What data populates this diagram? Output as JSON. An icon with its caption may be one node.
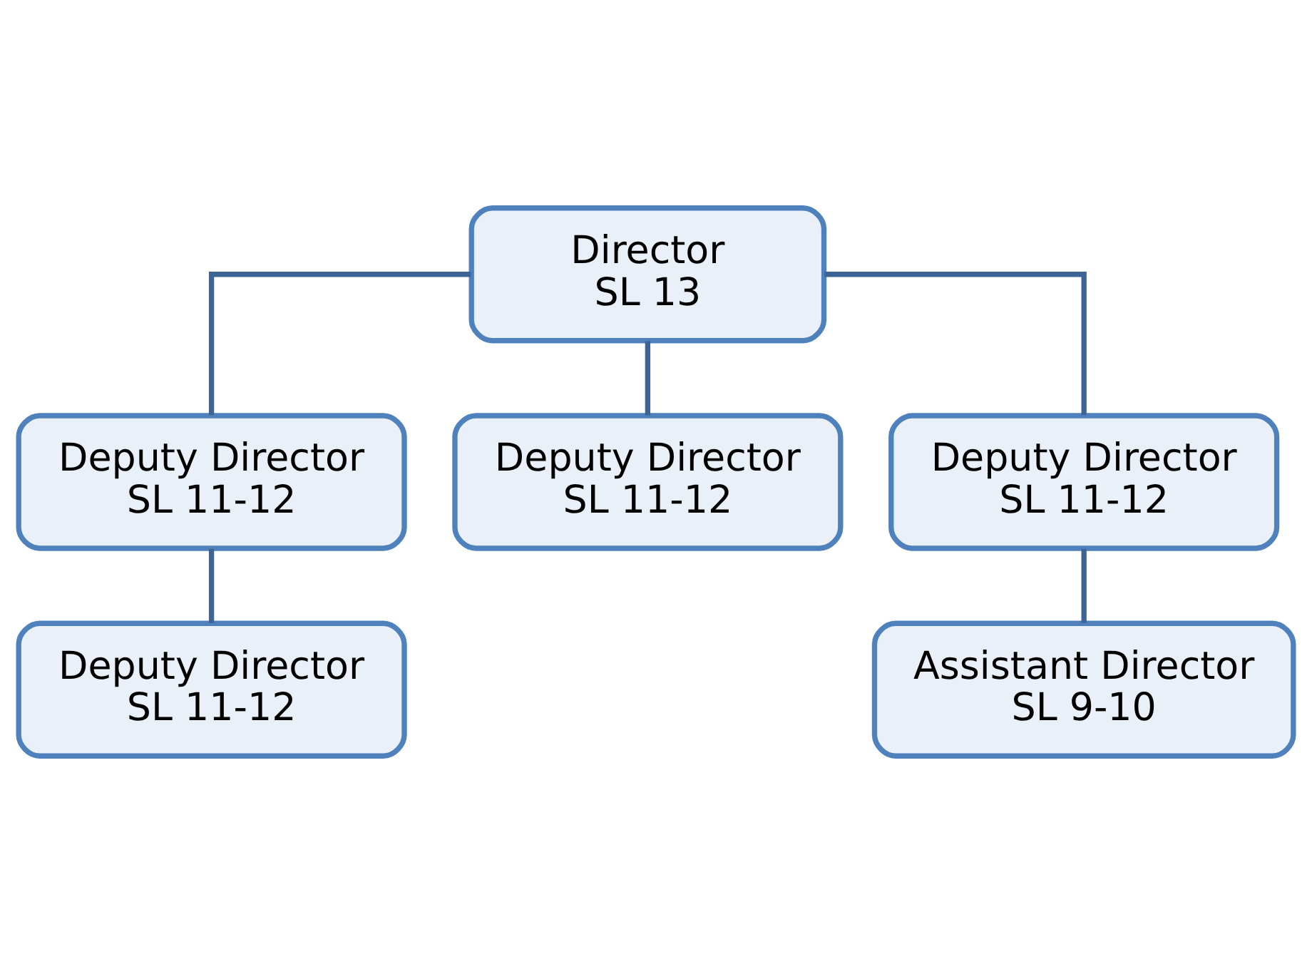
{
  "diagram": {
    "nodes": [
      {
        "text": [
          "Director",
          "SL 13"
        ]
      },
      {
        "text": [
          "Deputy Director",
          "SL 11-12"
        ]
      },
      {
        "text": [
          "Deputy Director",
          "SL 11-12"
        ]
      },
      {
        "text": [
          "Deputy Director",
          "SL 11-12"
        ]
      },
      {
        "text": [
          "Deputy Director",
          "SL 11-12"
        ]
      },
      {
        "text": [
          "Assistant Director",
          "SL 9-10"
        ]
      }
    ],
    "edges": [
      {
        "from": 0,
        "to": 1,
        "arrow": "none"
      },
      {
        "from": 0,
        "to": 2,
        "arrow": "none"
      },
      {
        "from": 0,
        "to": 3,
        "arrow": "none"
      },
      {
        "from": 1,
        "to": 4,
        "arrow": "none"
      },
      {
        "from": 3,
        "to": 5,
        "arrow": "none"
      }
    ]
  }
}
